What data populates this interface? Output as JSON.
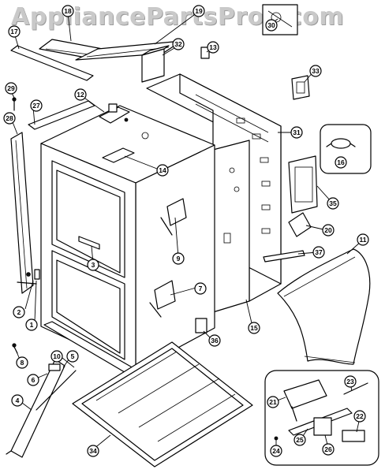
{
  "watermark": "AppliancePartsPros.com",
  "callouts": {
    "c1": "1",
    "c2": "2",
    "c3": "3",
    "c4": "4",
    "c5": "5",
    "c6": "6",
    "c7": "7",
    "c8": "8",
    "c9": "9",
    "c10": "10",
    "c11": "11",
    "c12": "12",
    "c13": "13",
    "c14": "14",
    "c15": "15",
    "c16": "16",
    "c17": "17",
    "c18": "18",
    "c19": "19",
    "c20": "20",
    "c21": "21",
    "c22": "22",
    "c23": "23",
    "c24": "24",
    "c25": "25",
    "c26": "26",
    "c27": "27",
    "c28": "28",
    "c29": "29",
    "c30": "30",
    "c31": "31",
    "c32": "32",
    "c33": "33",
    "c34": "34",
    "c35": "35",
    "c36": "36",
    "c37": "37"
  },
  "colors": {
    "line": "#000000",
    "watermark": "#c9c9c9",
    "background": "#ffffff"
  }
}
